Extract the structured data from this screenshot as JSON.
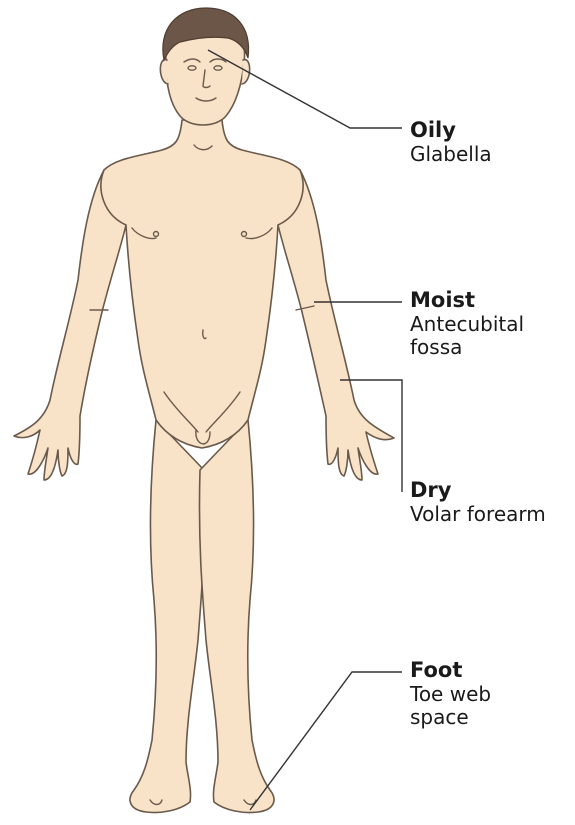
{
  "labels": {
    "oily": {
      "category": "Oily",
      "site": "Glabella"
    },
    "moist": {
      "category": "Moist",
      "site": "Antecubital fossa"
    },
    "dry": {
      "category": "Dry",
      "site": "Volar forearm"
    },
    "foot": {
      "category": "Foot",
      "site": "Toe web space"
    }
  },
  "colors": {
    "skin": "#f8e2c8",
    "outline": "#6a5a4c",
    "hair": "#6b5647",
    "leader": "#333333",
    "text": "#1a1a1a"
  }
}
